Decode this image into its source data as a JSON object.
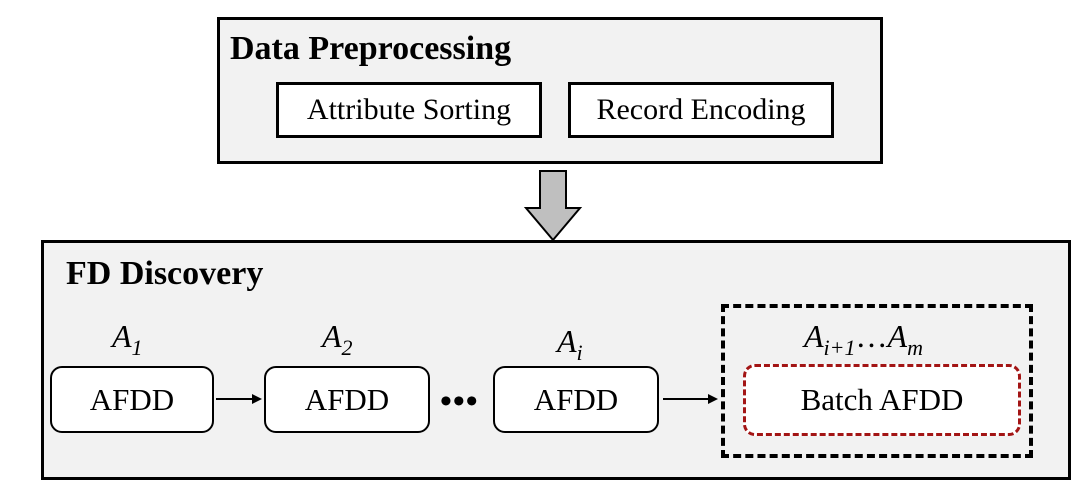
{
  "preprocessing": {
    "title": "Data Preprocessing",
    "steps": [
      "Attribute Sorting",
      "Record Encoding"
    ]
  },
  "discovery": {
    "title": "FD Discovery",
    "nodes": [
      {
        "attr_base": "A",
        "attr_sub": "1",
        "label": "AFDD"
      },
      {
        "attr_base": "A",
        "attr_sub": "2",
        "label": "AFDD"
      },
      {
        "attr_base": "A",
        "attr_sub": "i",
        "label": "AFDD"
      }
    ],
    "ellipsis": "•••",
    "batch": {
      "attr_start_base": "A",
      "attr_start_sub": "i+1",
      "attr_mid": "…",
      "attr_end_base": "A",
      "attr_end_sub": "m",
      "label": "Batch AFDD"
    }
  },
  "colors": {
    "panel_fill": "#f2f2f2",
    "arrow_fill": "#bfbfbf",
    "batch_dash": "#a31515"
  }
}
